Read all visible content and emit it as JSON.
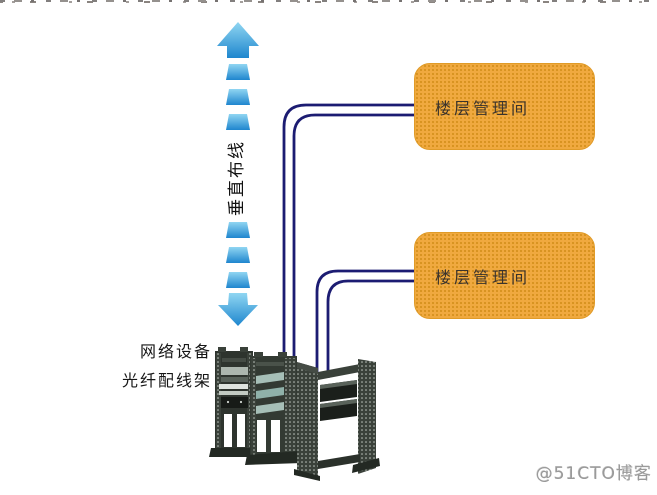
{
  "diagram": {
    "vertical_label": "垂直布线",
    "rooms": [
      {
        "label": "楼层管理间"
      },
      {
        "label": "楼层管理间"
      }
    ],
    "rack_label_line1": "网络设备",
    "rack_label_line2": "光纤配线架",
    "watermark": "@51CTO博客",
    "colors": {
      "arrow_light": "#90D6F2",
      "arrow_dark": "#1E86CE",
      "cable": "#1C1C72",
      "room_fill": "#F0A93F",
      "room_dots": "#D6911E",
      "room_border": "#E09B28",
      "rack_frame": "#2F352F",
      "label_text": "#161616",
      "watermark_color": "#9A9A9A"
    }
  }
}
